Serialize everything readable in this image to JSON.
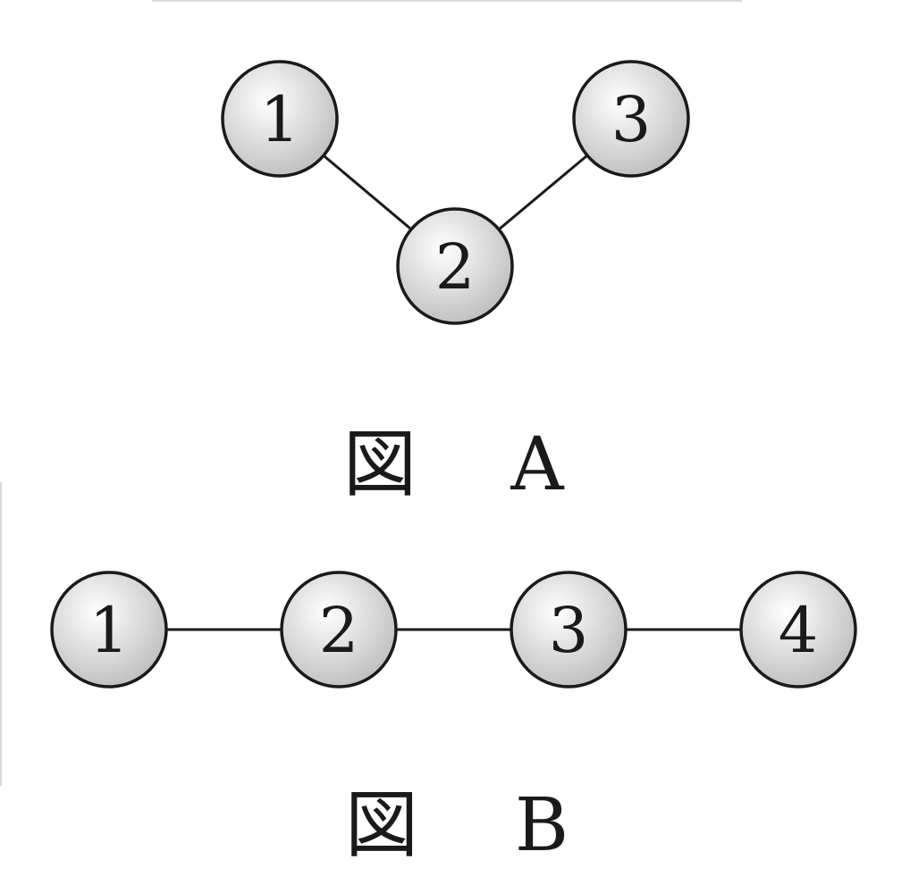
{
  "colors": {
    "node_fill_light": "#ffffff",
    "node_fill_dark": "#bdbdbd",
    "stroke": "#1a1a1a",
    "background": "#ffffff"
  },
  "figures": [
    {
      "id": "A",
      "caption_kanji": "図",
      "caption_letter": "A",
      "nodes": [
        {
          "id": "1",
          "label": "1"
        },
        {
          "id": "2",
          "label": "2"
        },
        {
          "id": "3",
          "label": "3"
        }
      ],
      "edges": [
        {
          "from": "1",
          "to": "2"
        },
        {
          "from": "2",
          "to": "3"
        }
      ]
    },
    {
      "id": "B",
      "caption_kanji": "図",
      "caption_letter": "B",
      "nodes": [
        {
          "id": "1",
          "label": "1"
        },
        {
          "id": "2",
          "label": "2"
        },
        {
          "id": "3",
          "label": "3"
        },
        {
          "id": "4",
          "label": "4"
        }
      ],
      "edges": [
        {
          "from": "1",
          "to": "2"
        },
        {
          "from": "2",
          "to": "3"
        },
        {
          "from": "3",
          "to": "4"
        }
      ]
    }
  ]
}
